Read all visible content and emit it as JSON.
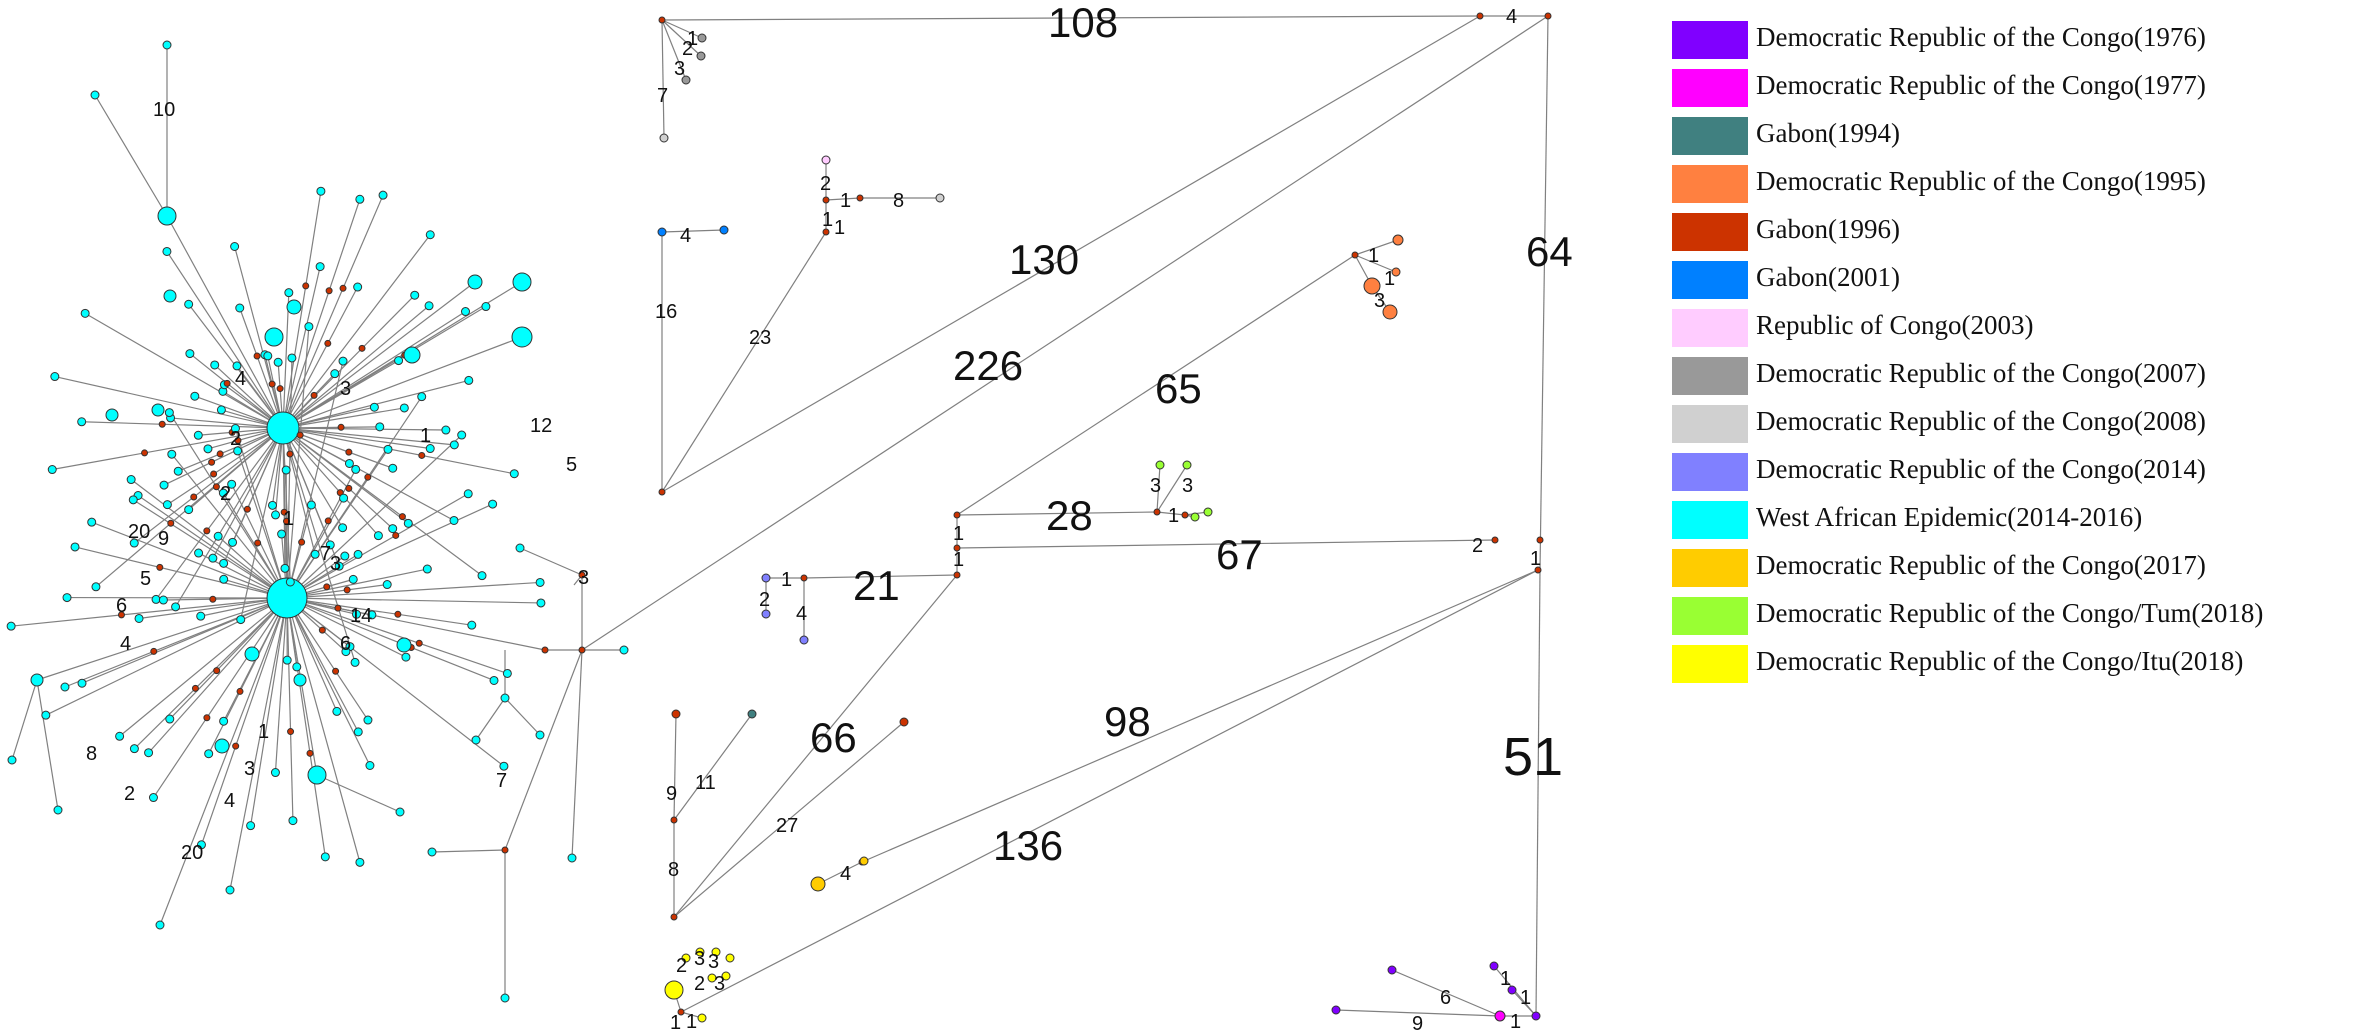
{
  "legend": [
    {
      "label": "Democratic Republic of the Congo(1976)",
      "color": "#8000ff"
    },
    {
      "label": "Democratic Republic of the Congo(1977)",
      "color": "#ff00ff"
    },
    {
      "label": "Gabon(1994)",
      "color": "#408080"
    },
    {
      "label": "Democratic Republic of the Congo(1995)",
      "color": "#ff8040"
    },
    {
      "label": "Gabon(1996)",
      "color": "#cc3300"
    },
    {
      "label": "Gabon(2001)",
      "color": "#0080ff"
    },
    {
      "label": "Republic of Congo(2003)",
      "color": "#ffccff"
    },
    {
      "label": "Democratic Republic of the Congo(2007)",
      "color": "#999999"
    },
    {
      "label": "Democratic Republic of the Congo(2008)",
      "color": "#d0d0d0"
    },
    {
      "label": "Democratic Republic of the Congo(2014)",
      "color": "#8080ff"
    },
    {
      "label": "West African  Epidemic(2014-2016)",
      "color": "#00ffff"
    },
    {
      "label": "Democratic Republic of the Congo(2017)",
      "color": "#ffcc00"
    },
    {
      "label": "Democratic Republic of the Congo/Tum(2018)",
      "color": "#99ff33"
    },
    {
      "label": "Democratic Republic of the Congo/Itu(2018)",
      "color": "#ffff00"
    }
  ],
  "network": {
    "edge_labels": [
      "108",
      "130",
      "226",
      "65",
      "64",
      "28",
      "67",
      "21",
      "66",
      "98",
      "136",
      "51",
      "23",
      "16",
      "27",
      "4",
      "8",
      "9",
      "11",
      "10",
      "20",
      "7",
      "12",
      "6",
      "5",
      "3",
      "2",
      "1"
    ],
    "hub_color": "#cc3300",
    "node_stroke": "#333333",
    "edge_color": "#808080"
  }
}
